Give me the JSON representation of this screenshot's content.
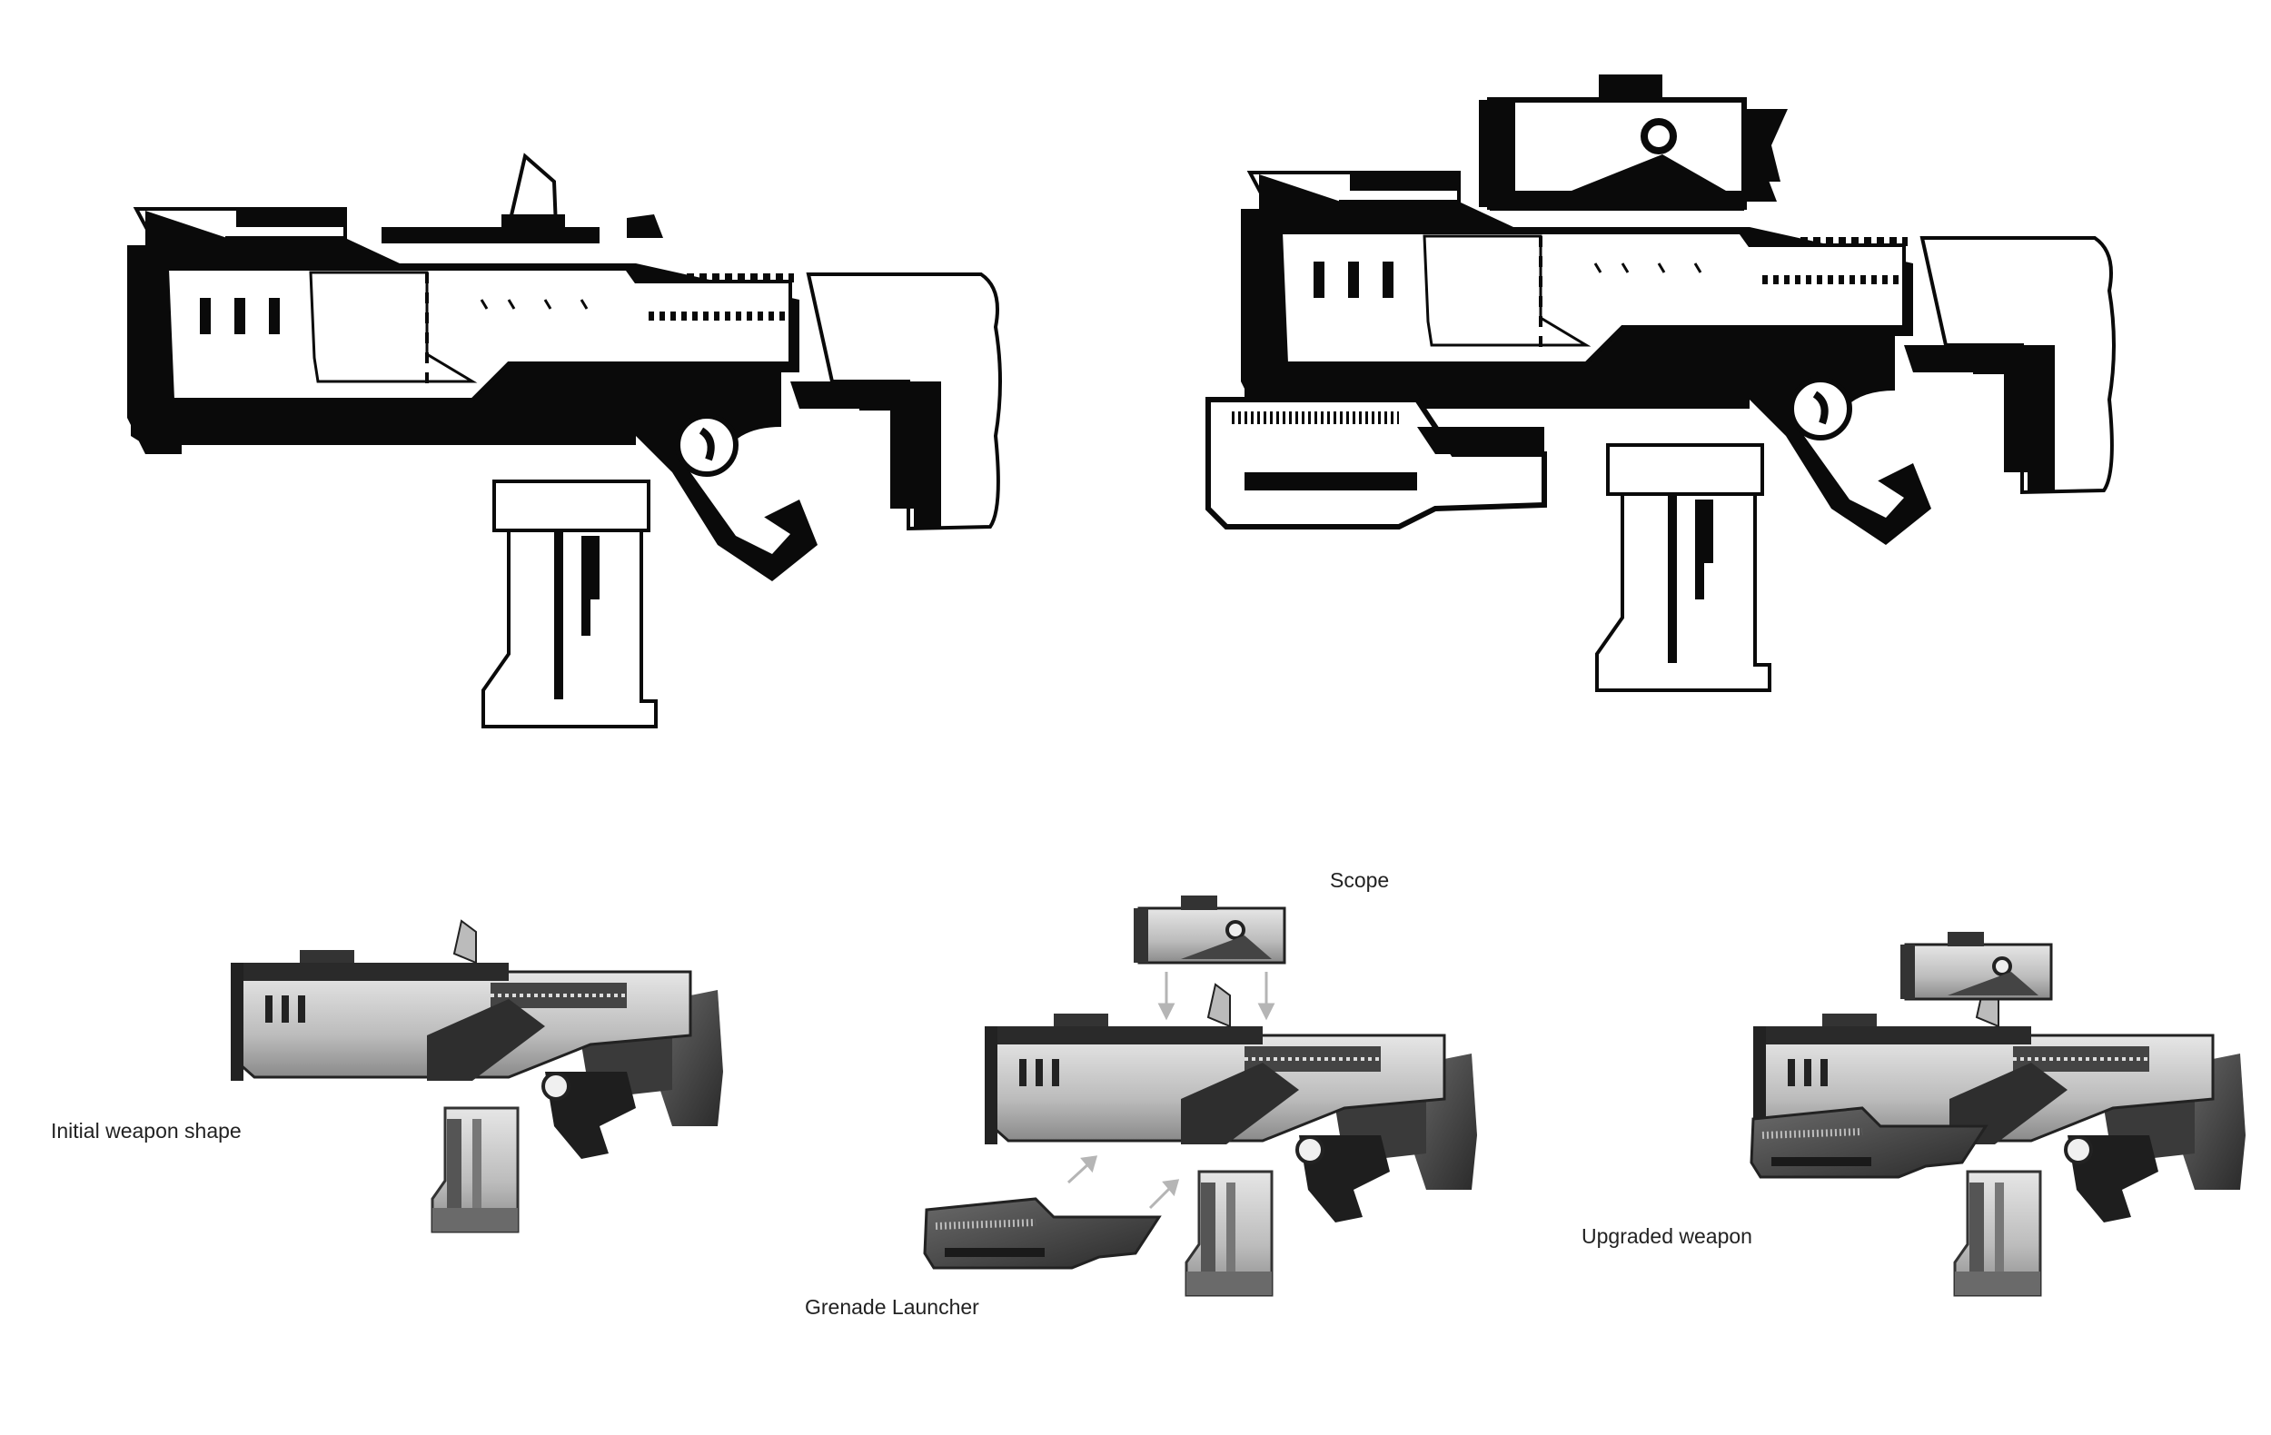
{
  "labels": {
    "initial": "Initial weapon shape",
    "scope": "Scope",
    "grenade": "Grenade Launcher",
    "upgraded": "Upgraded weapon"
  },
  "colors": {
    "ink": "#0a0a0a",
    "paper": "#ffffff",
    "metal_dark": "#3a3a3a",
    "metal_mid": "#8a8a8a",
    "metal_light": "#e6e6e6",
    "arrow": "#b5b5b5"
  },
  "figures": [
    "weapon-silhouette-base",
    "weapon-silhouette-upgraded",
    "weapon-render-initial",
    "scope-part-render",
    "grenade-launcher-part-render",
    "weapon-render-assembly",
    "weapon-render-upgraded"
  ]
}
